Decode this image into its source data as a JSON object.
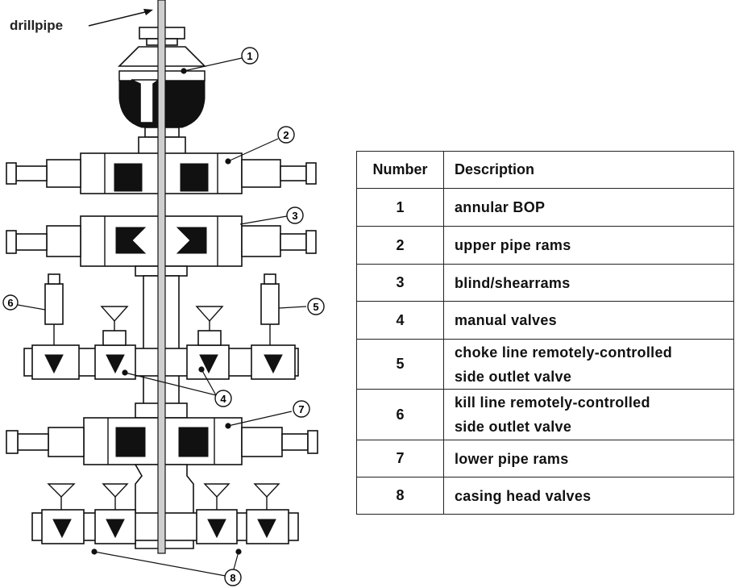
{
  "diagram": {
    "drillpipe_label": "drillpipe",
    "callouts": [
      "1",
      "2",
      "3",
      "4",
      "5",
      "6",
      "7",
      "8"
    ]
  },
  "table": {
    "headers": {
      "number": "Number",
      "description": "Description"
    },
    "rows": [
      {
        "number": "1",
        "lines": [
          "annular BOP"
        ]
      },
      {
        "number": "2",
        "lines": [
          "upper pipe rams"
        ]
      },
      {
        "number": "3",
        "lines": [
          "blind/shearrams"
        ]
      },
      {
        "number": "4",
        "lines": [
          "manual valves"
        ]
      },
      {
        "number": "5",
        "lines": [
          "choke line remotely-controlled",
          "side outlet valve"
        ]
      },
      {
        "number": "6",
        "lines": [
          "kill line remotely-controlled",
          "side outlet valve"
        ]
      },
      {
        "number": "7",
        "lines": [
          "lower pipe rams"
        ]
      },
      {
        "number": "8",
        "lines": [
          "casing head valves"
        ]
      }
    ]
  }
}
